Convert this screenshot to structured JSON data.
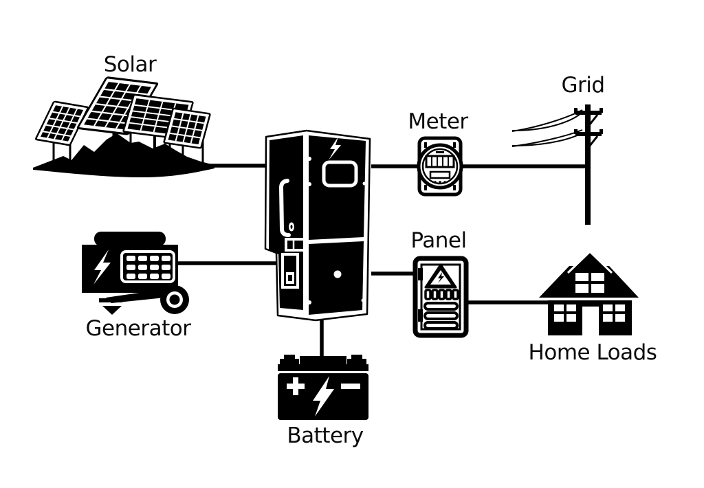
{
  "diagram": {
    "type": "home-energy-system-diagram",
    "background_color": "#ffffff",
    "foreground_color": "#000000",
    "nodes": [
      {
        "id": "solar",
        "label": "Solar",
        "icon": "solar-array-icon"
      },
      {
        "id": "generator",
        "label": "Generator",
        "icon": "generator-icon"
      },
      {
        "id": "battery",
        "label": "Battery",
        "icon": "battery-icon"
      },
      {
        "id": "inverter",
        "label": "",
        "icon": "inverter-unit-icon"
      },
      {
        "id": "meter",
        "label": "Meter",
        "icon": "electric-meter-icon"
      },
      {
        "id": "grid",
        "label": "Grid",
        "icon": "utility-pole-icon"
      },
      {
        "id": "panel",
        "label": "Panel",
        "icon": "breaker-panel-icon"
      },
      {
        "id": "home_loads",
        "label": "Home Loads",
        "icon": "house-icon"
      }
    ],
    "edges": [
      {
        "from": "solar",
        "to": "inverter"
      },
      {
        "from": "generator",
        "to": "inverter"
      },
      {
        "from": "battery",
        "to": "inverter"
      },
      {
        "from": "inverter",
        "to": "meter"
      },
      {
        "from": "meter",
        "to": "grid"
      },
      {
        "from": "inverter",
        "to": "panel"
      },
      {
        "from": "panel",
        "to": "home_loads"
      }
    ]
  }
}
